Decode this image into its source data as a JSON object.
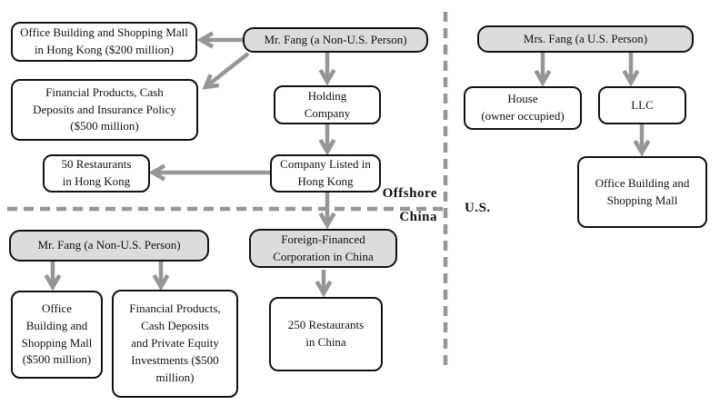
{
  "regions": {
    "offshore_label": "Offshore",
    "china_label": "China",
    "us_label": "U.S."
  },
  "offshore": {
    "mr_fang_top": "Mr. Fang (a Non-U.S. Person)",
    "office_mall_hk": [
      "Office Building and Shopping Mall",
      "in Hong Kong ($200 million)"
    ],
    "financial_insurance": [
      "Financial Products, Cash",
      "Deposits and Insurance Policy",
      "($500 million)"
    ],
    "restaurants_hk": [
      "50 Restaurants",
      "in Hong Kong"
    ],
    "holding_company": [
      "Holding",
      "Company"
    ],
    "listed_company": [
      "Company Listed in",
      "Hong Kong"
    ]
  },
  "china": {
    "mr_fang_bottom": "Mr. Fang (a Non-U.S. Person)",
    "office_mall_500": [
      "Office",
      "Building and",
      "Shopping Mall",
      "($500 million)"
    ],
    "financial_pe": [
      "Financial Products,",
      "Cash Deposits",
      "and Private Equity",
      "Investments ($500",
      "million)"
    ],
    "foreign_financed": [
      "Foreign-Financed",
      "Corporation in China"
    ],
    "restaurants_china": [
      "250 Restaurants",
      "in China"
    ]
  },
  "us": {
    "mrs_fang": "Mrs. Fang (a U.S. Person)",
    "house": [
      "House",
      "(owner occupied)"
    ],
    "llc": "LLC",
    "office_mall_us": [
      "Office Building and",
      "Shopping Mall"
    ]
  },
  "colors": {
    "arrow_gray": "#969696",
    "shaded_box_fill": "#dcdcdc",
    "border": "#111111"
  }
}
